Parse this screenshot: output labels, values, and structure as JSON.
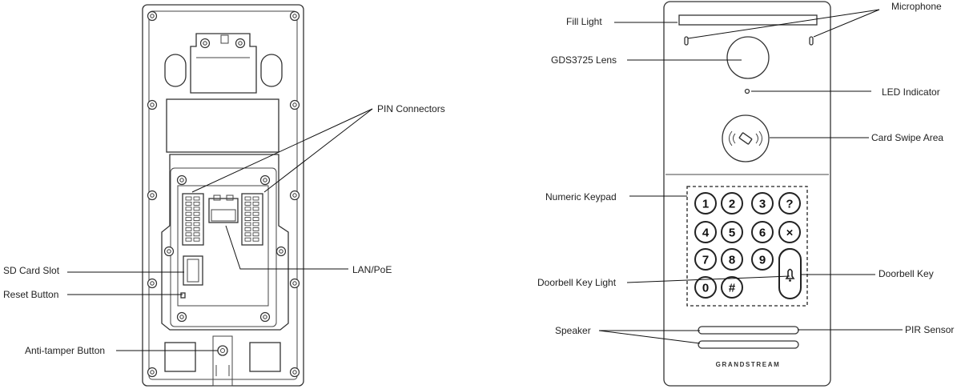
{
  "left_labels": {
    "pin_connectors": "PIN Connectors",
    "sd_card_slot": "SD Card Slot",
    "reset_button": "Reset Button",
    "lan_poe": "LAN/PoE",
    "anti_tamper_button": "Anti-tamper Button"
  },
  "right_labels": {
    "fill_light": "Fill Light",
    "microphone": "Microphone",
    "lens": "GDS3725 Lens",
    "led_indicator": "LED Indicator",
    "card_swipe_area": "Card Swipe Area",
    "numeric_keypad": "Numeric Keypad",
    "doorbell_key_light": "Doorbell Key Light",
    "doorbell_key": "Doorbell Key",
    "speaker": "Speaker",
    "pir_sensor": "PIR Sensor"
  },
  "brand": "GRANDSTREAM",
  "keypad": {
    "keys": [
      "1",
      "2",
      "3",
      "?",
      "4",
      "5",
      "6",
      "×",
      "7",
      "8",
      "9",
      "*",
      "0",
      "#"
    ]
  },
  "icons": {
    "rfid": "contactless-card-icon",
    "bell": "bell-icon"
  }
}
